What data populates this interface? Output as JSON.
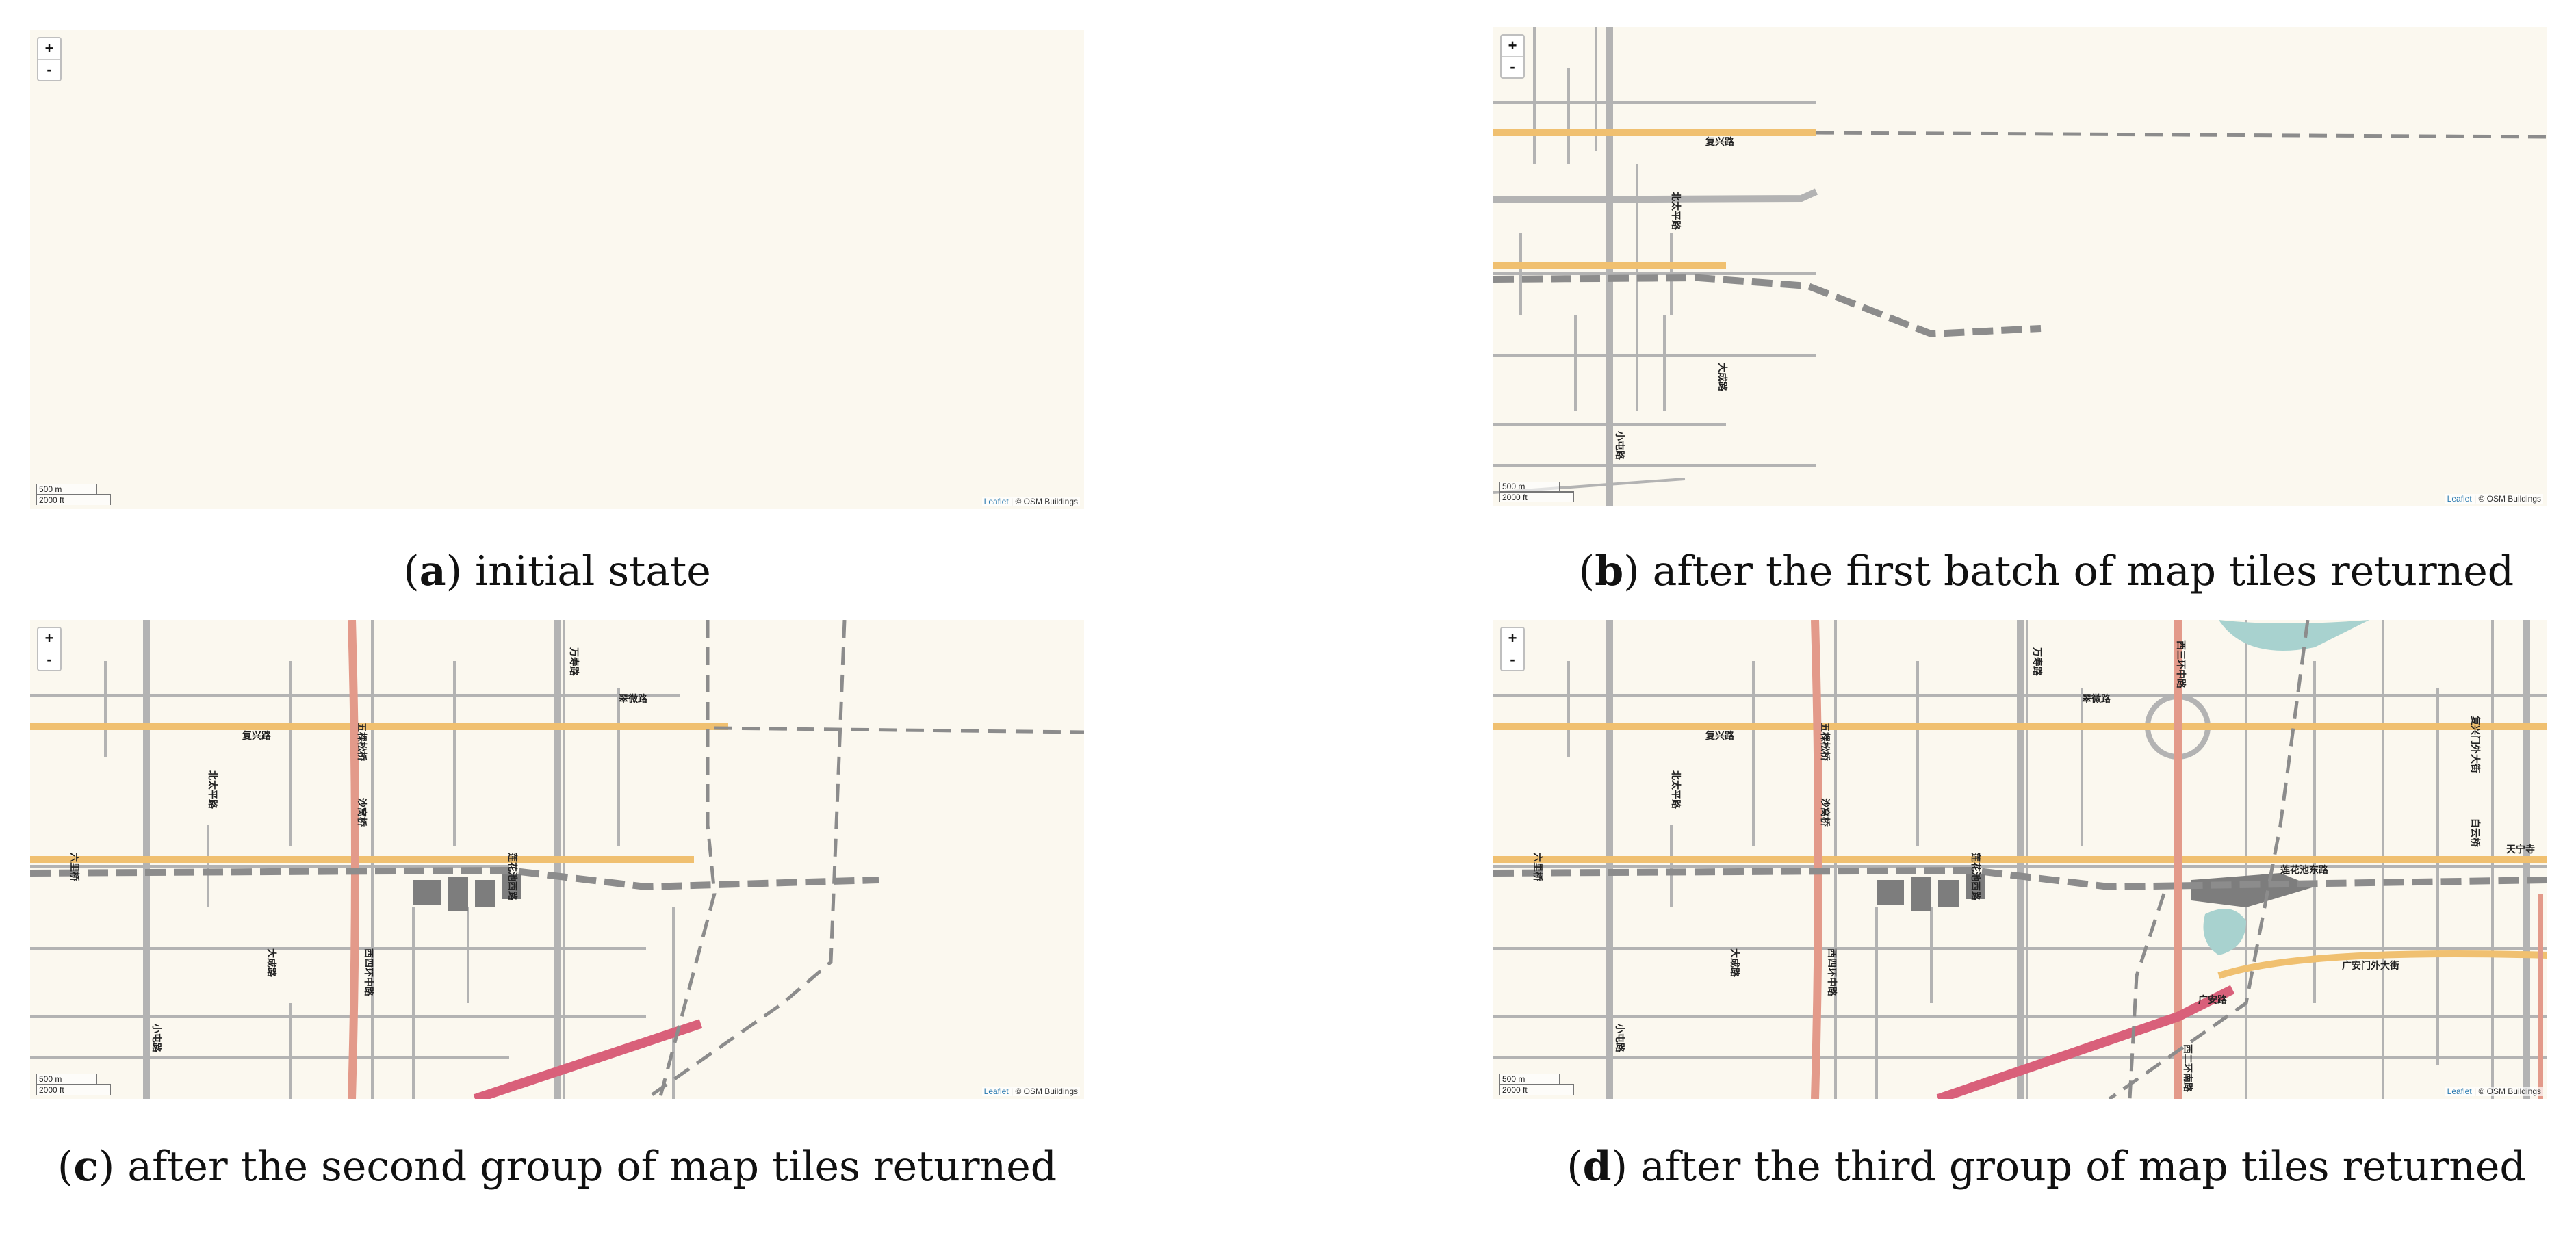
{
  "panels": [
    {
      "letter": "a",
      "caption": "initial state"
    },
    {
      "letter": "b",
      "caption": "after the first batch of map tiles returned"
    },
    {
      "letter": "c",
      "caption": "after the second group of map tiles returned"
    },
    {
      "letter": "d",
      "caption": "after the third group of map tiles returned"
    }
  ],
  "map_ui": {
    "zoom_in": "+",
    "zoom_out": "-",
    "scale_metric": "500 m",
    "scale_imperial": "2000 ft",
    "attribution_link": "Leaflet",
    "attribution_text": " | © OSM Buildings"
  },
  "street_labels": {
    "fuxing": "复兴路",
    "beitaiping": "北太平路",
    "dacheng": "大成路",
    "xiaotun": "小屯路",
    "wuke": "五棵松桥",
    "shaguo": "沙窝桥",
    "liuli": "六里桥",
    "wanshou": "万寿路",
    "cuiwei": "翠微路",
    "xisi": "西四环中路",
    "lianhua": "莲花池西路",
    "lianhua_east": "莲花池东路",
    "guanganmen": "广安门外大街",
    "baiyun": "白云桥",
    "tianning": "天宁寺",
    "fuxingmen": "复兴门外大街",
    "guangan": "广安路",
    "xierhuan": "西二环南路",
    "xisanhuan": "西三环中路"
  },
  "colors": {
    "map_bg": "#fbf8ef",
    "road": "#b3b3b3",
    "arterial": "#f0c070",
    "ringroad": "#e39a8a",
    "highway": "#d9607a",
    "rail": "#8c8c8c",
    "building": "#7d7d7d",
    "water": "#a8d2cf"
  }
}
